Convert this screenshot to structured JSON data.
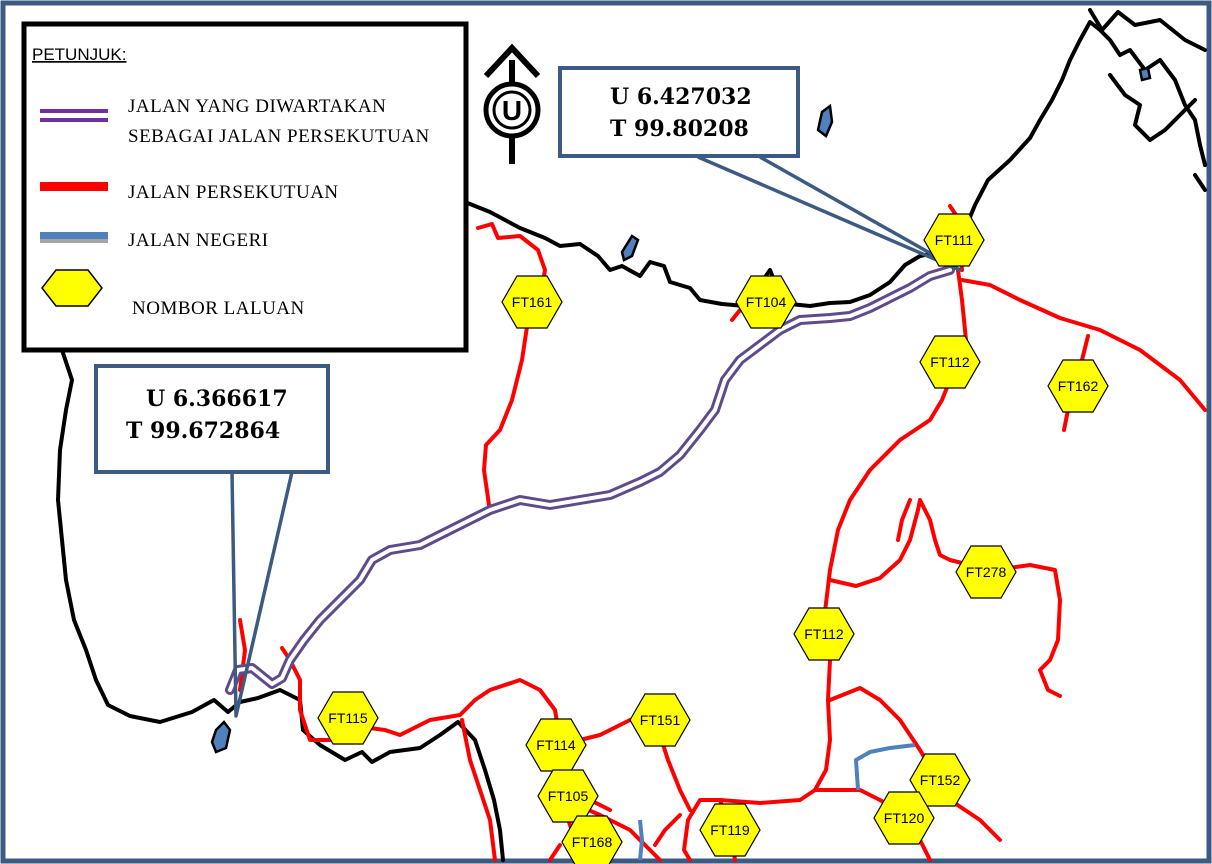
{
  "legend": {
    "title": "PETUNJUK:",
    "gazetted_line1": "JALAN YANG DIWARTAKAN",
    "gazetted_line2": "SEBAGAI JALAN PERSEKUTUAN",
    "federal": "JALAN PERSEKUTUAN",
    "state": "JALAN NEGERI",
    "route_number": "NOMBOR LALUAN"
  },
  "compass": {
    "letter": "U"
  },
  "callouts": {
    "east": {
      "lat": "U 6.427032",
      "lon": "T 99.80208"
    },
    "west": {
      "lat": "U 6.366617",
      "lon": "T 99.672864"
    }
  },
  "routes": {
    "ft111": "FT111",
    "ft161": "FT161",
    "ft104": "FT104",
    "ft112a": "FT112",
    "ft162": "FT162",
    "ft278": "FT278",
    "ft112b": "FT112",
    "ft115": "FT115",
    "ft114": "FT114",
    "ft151": "FT151",
    "ft105": "FT105",
    "ft152": "FT152",
    "ft120": "FT120",
    "ft119": "FT119",
    "ft168": "FT168"
  },
  "colors": {
    "federal_road": "#ff0000",
    "state_road": "#4f81bd",
    "gazetted_road": "#7030a0",
    "coastline": "#000000",
    "route_marker": "#ffff00",
    "callout_border": "#3c5a82"
  }
}
